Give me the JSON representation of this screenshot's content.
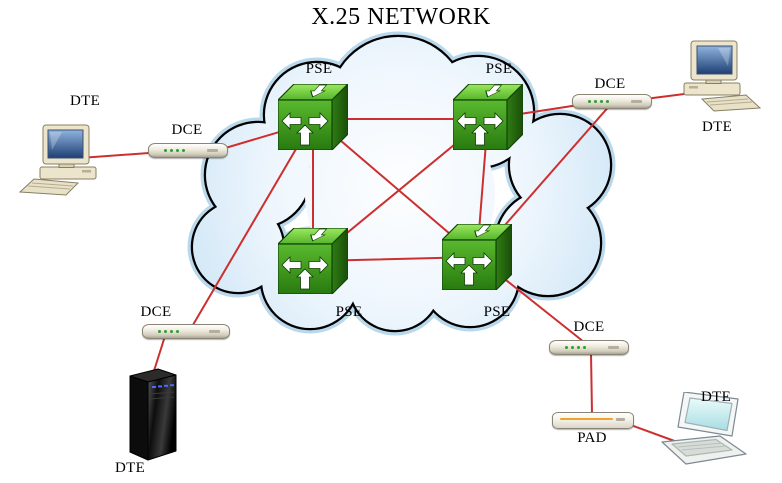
{
  "title": "X.25 NETWORK",
  "nodes": {
    "pse_top_left": {
      "label": "PSE",
      "icon": "packet-switch-cube-icon"
    },
    "pse_top_right": {
      "label": "PSE",
      "icon": "packet-switch-cube-icon"
    },
    "pse_bottom_left": {
      "label": "PSE",
      "icon": "packet-switch-cube-icon"
    },
    "pse_bottom_right": {
      "label": "PSE",
      "icon": "packet-switch-cube-icon"
    },
    "dce_left": {
      "label": "DCE",
      "icon": "modem-icon"
    },
    "dce_top_right": {
      "label": "DCE",
      "icon": "modem-icon"
    },
    "dce_bottom_left": {
      "label": "DCE",
      "icon": "modem-icon"
    },
    "dce_bottom_right": {
      "label": "DCE",
      "icon": "modem-icon"
    },
    "dte_left": {
      "label": "DTE",
      "icon": "desktop-computer-icon"
    },
    "dte_top_right": {
      "label": "DTE",
      "icon": "desktop-computer-icon"
    },
    "dte_server": {
      "label": "DTE",
      "icon": "server-tower-icon"
    },
    "dte_laptop": {
      "label": "DTE",
      "icon": "laptop-icon"
    },
    "pad": {
      "label": "PAD",
      "icon": "modem-icon"
    }
  },
  "connections": [
    {
      "from": "dte_left",
      "to": "dce_left"
    },
    {
      "from": "dce_left",
      "to": "pse_top_left"
    },
    {
      "from": "pse_top_left",
      "to": "pse_top_right"
    },
    {
      "from": "pse_top_left",
      "to": "pse_bottom_left"
    },
    {
      "from": "pse_top_left",
      "to": "pse_bottom_right"
    },
    {
      "from": "pse_top_right",
      "to": "pse_bottom_left"
    },
    {
      "from": "pse_top_right",
      "to": "pse_bottom_right"
    },
    {
      "from": "pse_bottom_left",
      "to": "pse_bottom_right"
    },
    {
      "from": "pse_top_right",
      "to": "dce_top_right"
    },
    {
      "from": "dce_top_right",
      "to": "dte_top_right"
    },
    {
      "from": "dce_top_right",
      "to": "pse_bottom_right"
    },
    {
      "from": "dce_bottom_left",
      "to": "pse_top_left"
    },
    {
      "from": "dce_bottom_left",
      "to": "dte_server"
    },
    {
      "from": "pse_bottom_right",
      "to": "dce_bottom_right"
    },
    {
      "from": "dce_bottom_right",
      "to": "pad"
    },
    {
      "from": "pad",
      "to": "dte_laptop"
    }
  ],
  "colors": {
    "link": "#cd2f2f",
    "pse_green_front": "#3f9e1e",
    "pse_green_top": "#7fd34e",
    "pse_green_side": "#236b0f",
    "cloud_fill": "#e9f4fc",
    "cloud_outline": "#000000",
    "cloud_halo": "#b9d8ec",
    "background": "#ffffff"
  }
}
